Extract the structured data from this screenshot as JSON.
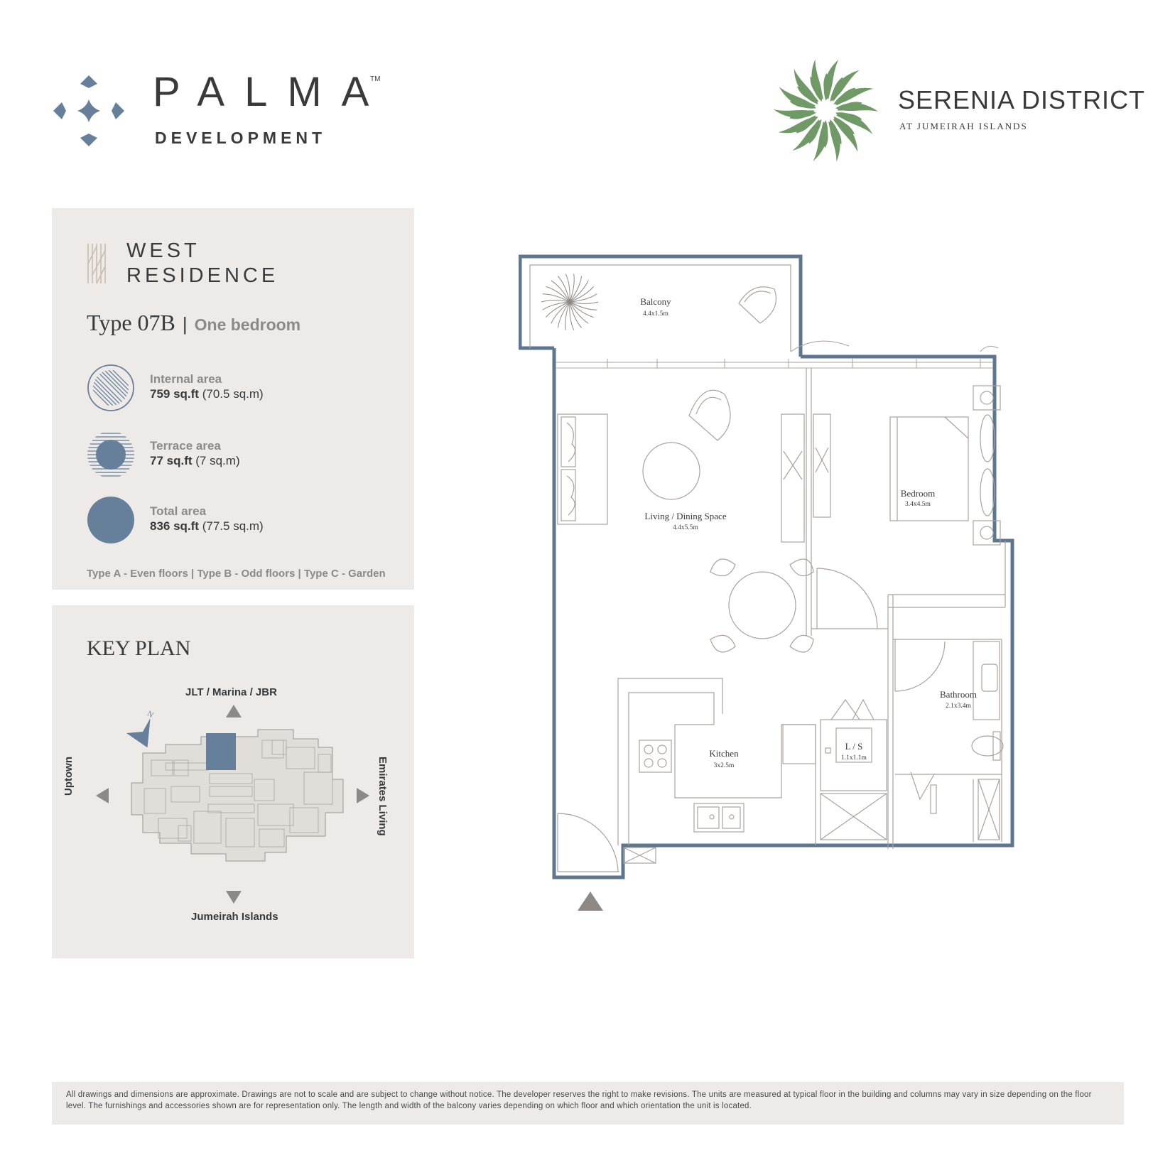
{
  "header": {
    "developer_name": "PALMA",
    "developer_tm": "TM",
    "developer_sub": "DEVELOPMENT",
    "project_name": "SERENIA DISTRICT",
    "project_sub": "AT JUMEIRAH ISLANDS",
    "project_leaf_color": "#6f9a66"
  },
  "unit": {
    "building_line1": "WEST",
    "building_line2": "RESIDENCE",
    "type": "Type 07B",
    "separator": "|",
    "bedrooms": "One bedroom",
    "areas": [
      {
        "label": "Internal area",
        "value": "759 sq.ft",
        "alt": "(70.5 sq.m)",
        "icon": "internal-area-icon"
      },
      {
        "label": "Terrace area",
        "value": "77 sq.ft",
        "alt": "(7 sq.m)",
        "icon": "terrace-area-icon"
      },
      {
        "label": "Total area",
        "value": "836 sq.ft",
        "alt": "(77.5 sq.m)",
        "icon": "total-area-icon"
      }
    ],
    "types_note": "Type A - Even floors | Type B - Odd floors | Type C - Garden",
    "accent_color": "#667f9b"
  },
  "key_plan": {
    "title": "KEY PLAN",
    "north": "JLT / Marina / JBR",
    "south": "Jumeirah Islands",
    "west": "Uptown",
    "east": "Emirates Living",
    "compass": "N"
  },
  "floor_plan": {
    "rooms": [
      {
        "name": "Balcony",
        "dim": "4.4x1.5m"
      },
      {
        "name": "Living / Dining Space",
        "dim": "4.4x5.5m"
      },
      {
        "name": "Bedroom",
        "dim": "3.4x4.5m"
      },
      {
        "name": "Bathroom",
        "dim": "2.1x3.4m"
      },
      {
        "name": "Kitchen",
        "dim": "3x2.5m"
      },
      {
        "name": "L / S",
        "dim": "1.1x1.1m"
      }
    ],
    "wall_color": "#5e7690"
  },
  "disclaimer": "All drawings and dimensions are approximate. Drawings are not to scale and are subject to change without notice. The developer reserves the right to make revisions. The units are measured at typical floor in the building and columns may vary in size depending on the floor level. The furnishings and accessories shown are for representation only. The length and width of the balcony varies depending on which floor and which orientation the unit is located."
}
